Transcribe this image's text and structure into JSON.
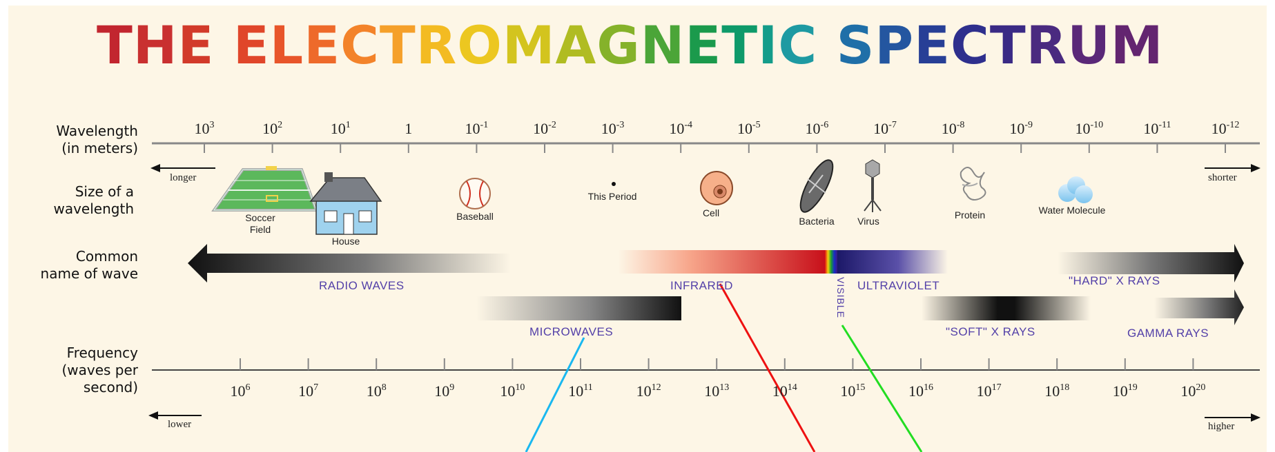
{
  "title": {
    "letters": [
      "T",
      "H",
      "E",
      " ",
      "E",
      "L",
      "E",
      "C",
      "T",
      "R",
      "O",
      "M",
      "A",
      "G",
      "N",
      "E",
      "T",
      "I",
      "C",
      " ",
      "S",
      "P",
      "E",
      "C",
      "T",
      "R",
      "U",
      "M"
    ],
    "colors": [
      "#c2262f",
      "#c93030",
      "#d23a2a",
      "",
      "#e0462a",
      "#e8552a",
      "#ee6a2a",
      "#f3832a",
      "#f5a02a",
      "#f3bb22",
      "#ecc720",
      "#d3c41e",
      "#b0bc22",
      "#85b22a",
      "#4ba538",
      "#1b9a4c",
      "#0e9a6a",
      "#149c8a",
      "#1e9aa2",
      "",
      "#1f6fa8",
      "#2456a0",
      "#273f96",
      "#2e2f8d",
      "#3a2a85",
      "#4a2a80",
      "#5a2878",
      "#632570"
    ]
  },
  "row_labels": {
    "wavelength": "Wavelength\n(in meters)",
    "size": "Size of a\nwavelength",
    "common_name": "Common\nname of wave",
    "frequency": "Frequency\n(waves per\nsecond)"
  },
  "wavelength_ticks": [
    {
      "base": "10",
      "exp": "3"
    },
    {
      "base": "10",
      "exp": "2"
    },
    {
      "base": "10",
      "exp": "1"
    },
    {
      "base": "1",
      "exp": ""
    },
    {
      "base": "10",
      "exp": "-1"
    },
    {
      "base": "10",
      "exp": "-2"
    },
    {
      "base": "10",
      "exp": "-3"
    },
    {
      "base": "10",
      "exp": "-4"
    },
    {
      "base": "10",
      "exp": "-5"
    },
    {
      "base": "10",
      "exp": "-6"
    },
    {
      "base": "10",
      "exp": "-7"
    },
    {
      "base": "10",
      "exp": "-8"
    },
    {
      "base": "10",
      "exp": "-9"
    },
    {
      "base": "10",
      "exp": "-10"
    },
    {
      "base": "10",
      "exp": "-11"
    },
    {
      "base": "10",
      "exp": "-12"
    }
  ],
  "frequency_ticks": [
    {
      "base": "10",
      "exp": "6"
    },
    {
      "base": "10",
      "exp": "7"
    },
    {
      "base": "10",
      "exp": "8"
    },
    {
      "base": "10",
      "exp": "9"
    },
    {
      "base": "10",
      "exp": "10"
    },
    {
      "base": "10",
      "exp": "11"
    },
    {
      "base": "10",
      "exp": "12"
    },
    {
      "base": "10",
      "exp": "13"
    },
    {
      "base": "10",
      "exp": "14"
    },
    {
      "base": "10",
      "exp": "15"
    },
    {
      "base": "10",
      "exp": "16"
    },
    {
      "base": "10",
      "exp": "17"
    },
    {
      "base": "10",
      "exp": "18"
    },
    {
      "base": "10",
      "exp": "19"
    },
    {
      "base": "10",
      "exp": "20"
    }
  ],
  "direction_labels": {
    "longer": "longer",
    "shorter": "shorter",
    "lower": "lower",
    "higher": "higher"
  },
  "size_objects": {
    "soccer_field": "Soccer\nField",
    "house": "House",
    "baseball": "Baseball",
    "this_period": "This Period",
    "cell": "Cell",
    "bacteria": "Bacteria",
    "virus": "Virus",
    "protein": "Protein",
    "water_molecule": "Water Molecule"
  },
  "wave_names": {
    "radio": "RADIO WAVES",
    "infrared": "INFRARED",
    "visible": "VISIBLE",
    "ultraviolet": "ULTRAVIOLET",
    "hard_xrays": "\"HARD\" X RAYS",
    "microwaves": "MICROWAVES",
    "soft_xrays": "\"SOFT\" X RAYS",
    "gamma": "GAMMA RAYS"
  },
  "annotation_line_colors": {
    "microwaves": "#1ab8f0",
    "infrared": "#ee1111",
    "visible": "#22dd22"
  }
}
